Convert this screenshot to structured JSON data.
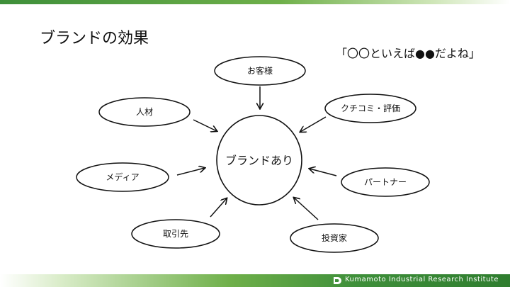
{
  "slide": {
    "title": "ブランドの効果",
    "tagline": "「〇〇といえば●●だよね」"
  },
  "diagram": {
    "center": "ブランドあり",
    "nodes": [
      {
        "id": "customer",
        "label": "お客様"
      },
      {
        "id": "kuchikomi",
        "label": "クチコミ・評価"
      },
      {
        "id": "partner",
        "label": "パートナー"
      },
      {
        "id": "investor",
        "label": "投資家"
      },
      {
        "id": "trade",
        "label": "取引先"
      },
      {
        "id": "media",
        "label": "メディア"
      },
      {
        "id": "talent",
        "label": "人材"
      }
    ]
  },
  "footer": {
    "logo_icon": "kiri-logo-icon",
    "text": "Kumamoto Industrial Research Institute"
  }
}
